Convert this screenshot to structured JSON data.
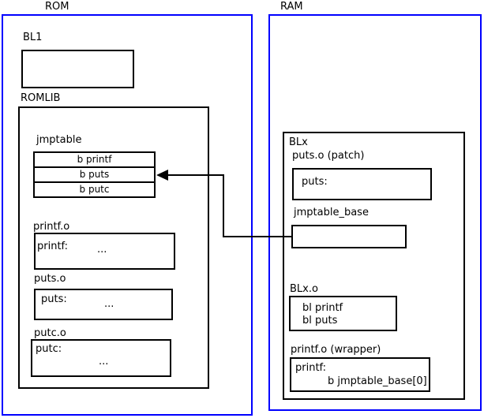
{
  "colors": {
    "region_border": "#0000ff",
    "box_border": "#000000",
    "background": "#ffffff",
    "text": "#000000"
  },
  "rom": {
    "label": "ROM",
    "bl1": {
      "label": "BL1"
    },
    "romlib": {
      "label": "ROMLIB",
      "jmptable": {
        "label": "jmptable",
        "rows": [
          "b printf",
          "b puts",
          "b putc"
        ]
      },
      "printf_o": {
        "label": "printf.o",
        "symbol": "printf:",
        "body": "..."
      },
      "puts_o": {
        "label": "puts.o",
        "symbol": "puts:",
        "body": "..."
      },
      "putc_o": {
        "label": "putc.o",
        "symbol": "putc:",
        "body": "..."
      }
    }
  },
  "ram": {
    "label": "RAM",
    "blx": {
      "label": "BLx",
      "puts_patch": {
        "label": "puts.o (patch)",
        "symbol": "puts:"
      },
      "jmptable_base": {
        "label": "jmptable_base"
      },
      "blx_o": {
        "label": "BLx.o",
        "line1": "bl printf",
        "line2": "bl puts"
      },
      "printf_wrapper": {
        "label": "printf.o (wrapper)",
        "symbol": "printf:",
        "body": "b jmptable_base[0]"
      }
    }
  },
  "connector": {
    "description": "arrow from jmptable_base (RAM) to jmptable 'b puts' entry (ROM)"
  }
}
